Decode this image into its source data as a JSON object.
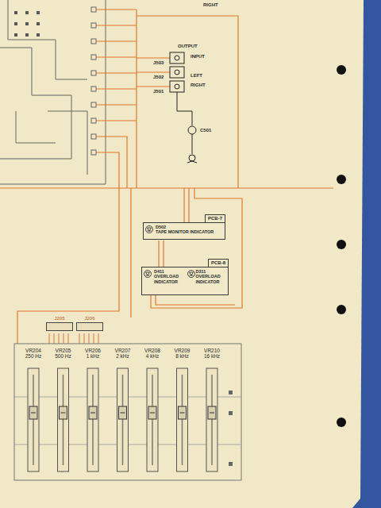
{
  "diagram": {
    "nodes": [
      {
        "text": [
          "PCB-7",
          "D502",
          "TAPE MONITOR INDICATOR"
        ]
      },
      {
        "text": [
          "PCB-8",
          "D411",
          "OVERLOAD INDICATOR",
          "D311",
          "OVERLOAD INDICATOR"
        ]
      },
      {
        "text": [
          "J205"
        ]
      },
      {
        "text": [
          "J206"
        ]
      },
      {
        "text": [
          "VR204",
          "250 Hz"
        ]
      },
      {
        "text": [
          "VR205",
          "500 Hz"
        ]
      },
      {
        "text": [
          "VR206",
          "1 kHz"
        ]
      },
      {
        "text": [
          "VR207",
          "2 kHz"
        ]
      },
      {
        "text": [
          "VR208",
          "4 kHz"
        ]
      },
      {
        "text": [
          "VR209",
          "8 kHz"
        ]
      },
      {
        "text": [
          "VR210",
          "16 kHz"
        ]
      }
    ],
    "labels": [
      "RIGHT",
      "OUTPUT",
      "INPUT",
      "LEFT",
      "RIGHT",
      "J503",
      "J502",
      "J501",
      "C501"
    ]
  }
}
